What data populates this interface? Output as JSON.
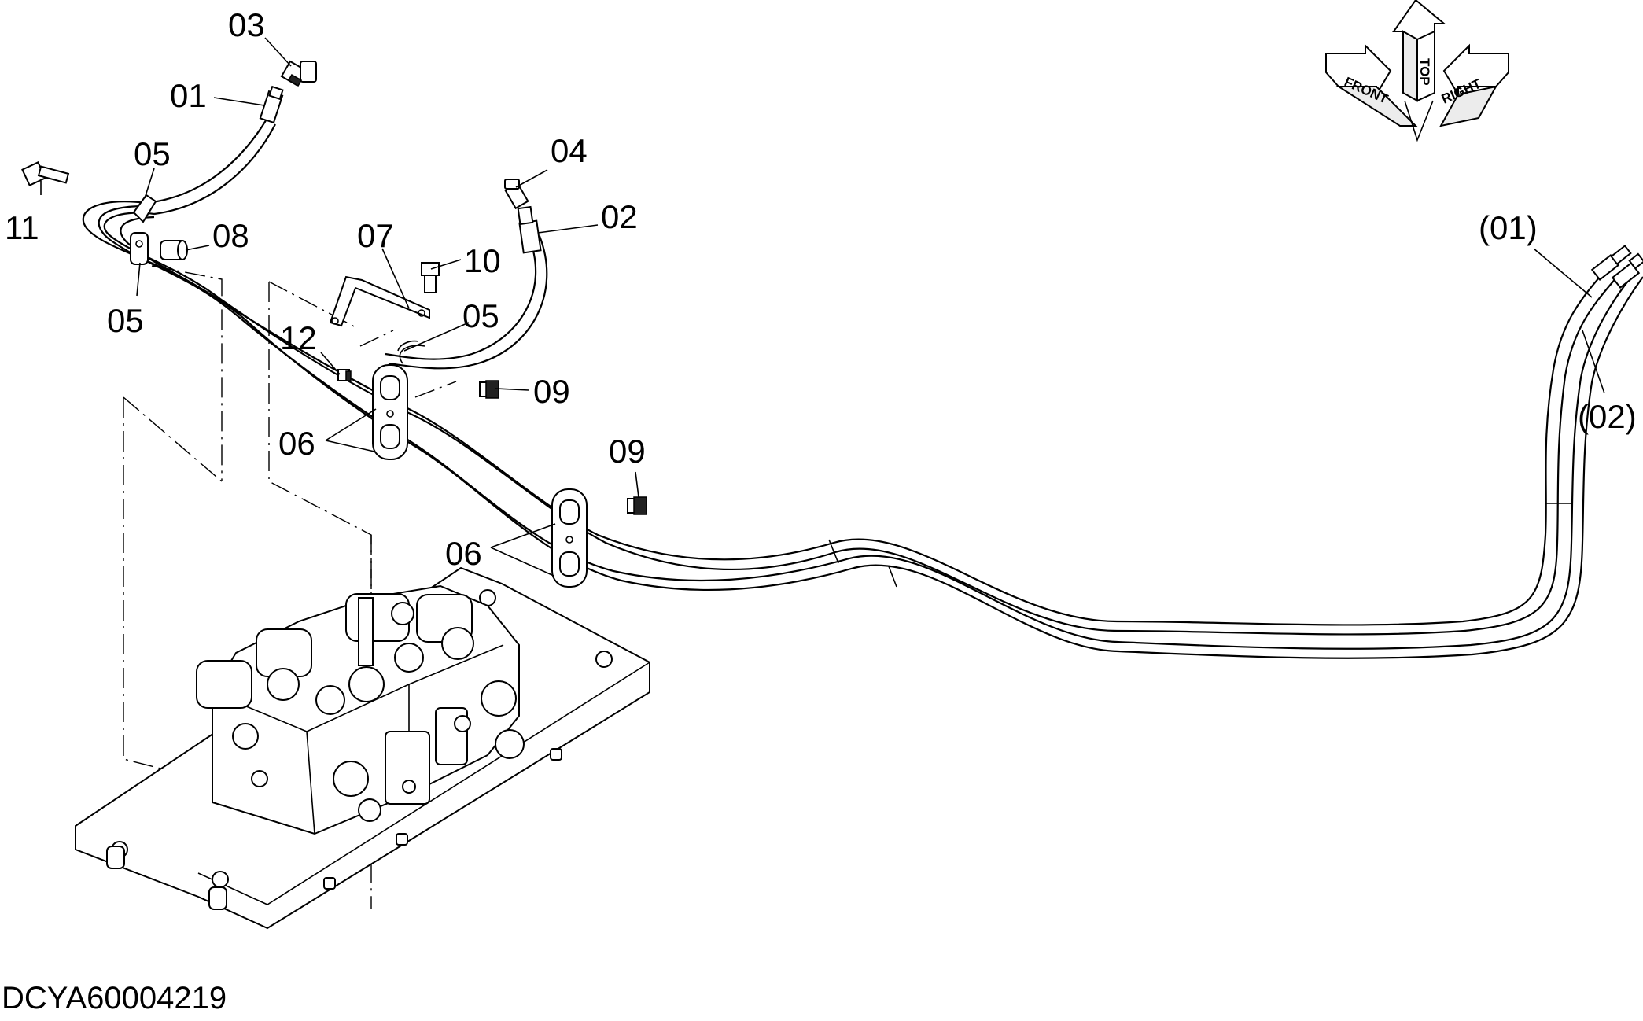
{
  "diagram": {
    "document_id": "DCYA60004219",
    "orientation": {
      "front": "FRONT",
      "top": "TOP",
      "right": "RIGHT"
    },
    "callouts": {
      "c01": "01",
      "c02": "02",
      "c03": "03",
      "c04": "04",
      "c05a": "05",
      "c05b": "05",
      "c05c": "05",
      "c06a": "06",
      "c06b": "06",
      "c07": "07",
      "c08": "08",
      "c09a": "09",
      "c09b": "09",
      "c10": "10",
      "c11": "11",
      "c12": "12",
      "c01p": "(01)",
      "c02p": "(02)"
    }
  }
}
